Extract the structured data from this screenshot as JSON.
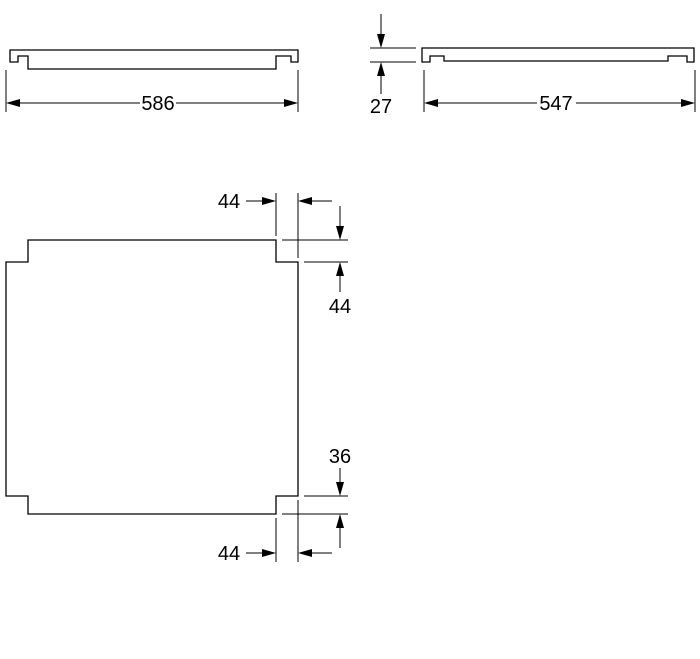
{
  "drawing": {
    "side_view_left": {
      "width_label": "586"
    },
    "side_view_right": {
      "width_label": "547",
      "thickness_label": "27"
    },
    "plan_view": {
      "top_notch_width": "44",
      "top_notch_depth": "44",
      "bottom_notch_depth": "36",
      "bottom_notch_width": "44"
    }
  }
}
